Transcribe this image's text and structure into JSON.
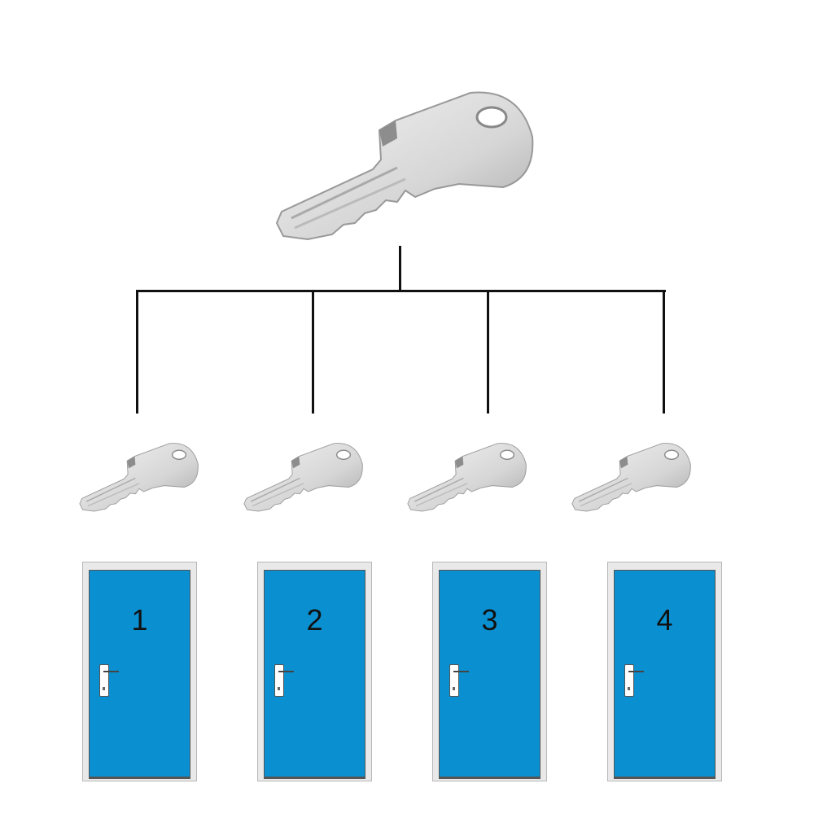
{
  "diagram": {
    "master_key": {
      "icon": "master-key-icon"
    },
    "keys": [
      {
        "icon": "key-icon"
      },
      {
        "icon": "key-icon"
      },
      {
        "icon": "key-icon"
      },
      {
        "icon": "key-icon"
      }
    ],
    "doors": [
      {
        "label": "1"
      },
      {
        "label": "2"
      },
      {
        "label": "3"
      },
      {
        "label": "4"
      }
    ],
    "colors": {
      "door": "#0a8fd0",
      "frame": "#e9e9e9",
      "key": "#d8d8d8",
      "line": "#111111"
    }
  }
}
